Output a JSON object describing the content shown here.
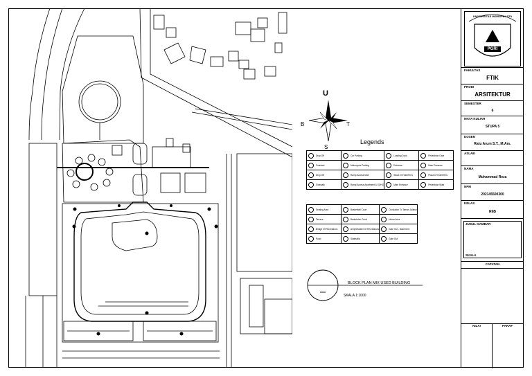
{
  "title_block": {
    "university": "UNIVERSITAS INDRAPRASTA",
    "logo_text": "PGRI",
    "fakultas_label": "FAKULTAS",
    "fakultas_value": "FTIK",
    "prodi_label": "PRODI",
    "prodi_value": "ARSITEKTUR",
    "semester_label": "SEMESTER",
    "semester_value": "6",
    "mata_kuliah_label": "MATA KULIAH",
    "mata_kuliah_value": "STUPA 5",
    "dosen_label": "DOSEN",
    "dosen_value": "Ratu Arum S.T., M.Ars.",
    "asilab_label": "ASLAB",
    "nama_label": "NAMA",
    "nama_value": "Muhammad Reza",
    "npm_label": "NPM",
    "npm_value": "202145500300",
    "kelas_label": "KELAS",
    "kelas_value": "R6B",
    "judul_label": "JUDUL GAMBAR",
    "skala_label": "SKALA",
    "catatan_label": "CATATAN",
    "nilai_label": "NILAI",
    "paraf_label": "PARAF"
  },
  "north": {
    "u": "U",
    "s": "S",
    "b": "B",
    "t": "T"
  },
  "legends_title": "Legends",
  "legend_table_1": [
    [
      "Drop Off",
      "Car Parking",
      "Loading Dock",
      "Pedestrian Gate"
    ],
    [
      "Fountain",
      "Motorcycle Parking",
      "Entrance",
      "Main Entrance"
    ],
    [
      "Drop Off",
      "Ramp Access Mall",
      "Sitout Of HotelTerrs",
      "Plaza Of HotelTerrs"
    ],
    [
      "Sidewalk",
      "Ramp Access Apartment & SOHO",
      "Main Entrance",
      "Pedestrian Walk"
    ]
  ],
  "legend_table_2": [
    [
      "Seating Area",
      "Basketball Court",
      "Circulation To Taman Jalakal"
    ],
    [
      "Terrace",
      "Badminton Court",
      "Urban Area"
    ],
    [
      "Bridge Of Recreations",
      "Amphitheater Of Recreations",
      "Gate Out - Basement"
    ],
    [
      "Pond",
      "Skatezilla",
      "Gate Out"
    ]
  ],
  "block_plan_label": "BLOCK PLAN MIX USED BUILDING",
  "scale_label": "SKALA 1:1000"
}
